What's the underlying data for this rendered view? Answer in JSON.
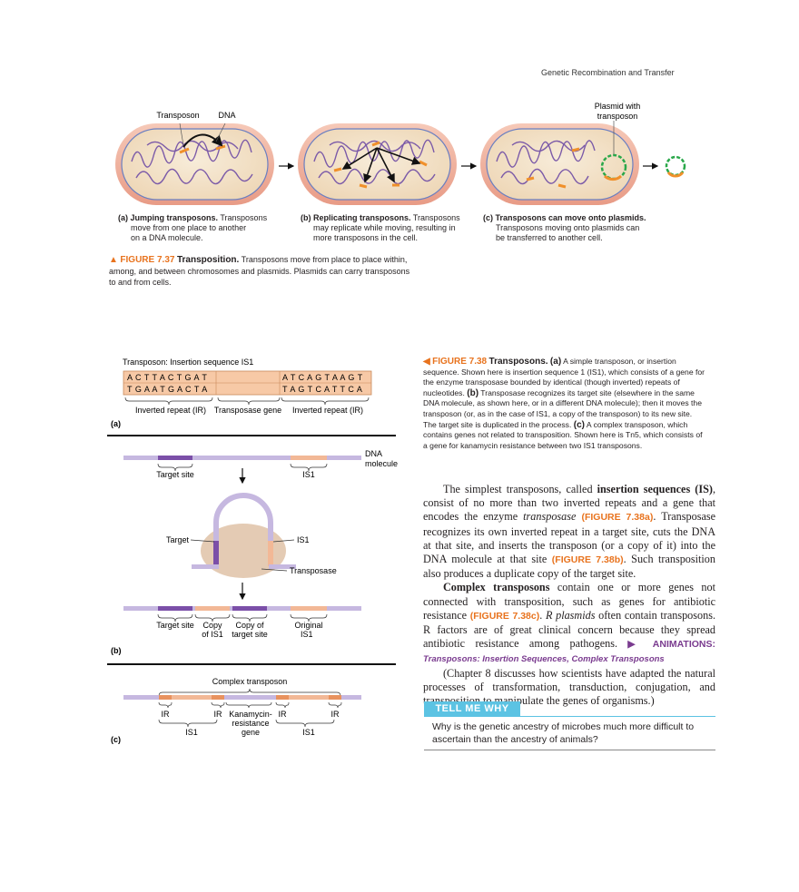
{
  "running_head": "Genetic Recombination and Transfer",
  "fig37": {
    "labels": {
      "transposon": "Transposon",
      "dna": "DNA",
      "plasmid_line1": "Plasmid with",
      "plasmid_line2": "transposon"
    },
    "panels": [
      {
        "letter": "(a)",
        "title": "Jumping transposons.",
        "lines": [
          "Transposons",
          "move from one place to another",
          "on a DNA molecule."
        ]
      },
      {
        "letter": "(b)",
        "title": "Replicating transposons.",
        "lines": [
          "Transposons",
          "may replicate while moving, resulting in",
          "more transposons in the cell."
        ]
      },
      {
        "letter": "(c)",
        "title": "Transposons can move onto plasmids.",
        "lines": [
          "",
          "Transposons moving onto plasmids can",
          "be transferred to another cell."
        ]
      }
    ],
    "caption": {
      "marker": "▲",
      "figure": "FIGURE 7.37",
      "title": "Transposition.",
      "text": "Transposons move from place to place within, among, and between chromosomes and plasmids. Plasmids can carry transposons to and from cells."
    }
  },
  "fig38": {
    "a": {
      "heading": "Transposon: Insertion sequence IS1",
      "seq_top_left": "A C T T A C T G A T",
      "seq_bot_left": "T G A A T G A C T A",
      "seq_top_right": "A T C A G T A A G T",
      "seq_bot_right": "T A G T C A T T C A",
      "ir_left": "Inverted repeat (IR)",
      "gene": "Transposase gene",
      "ir_right": "Inverted repeat (IR)",
      "panel": "(a)"
    },
    "b": {
      "dna_line1": "DNA",
      "dna_line2": "molecule",
      "target_site": "Target site",
      "is1": "IS1",
      "target": "Target",
      "is1_loop": "IS1",
      "transposase": "Transposase",
      "res_target": "Target site",
      "res_copy1": "Copy",
      "res_copy2": "of IS1",
      "res_copyt1": "Copy of",
      "res_copyt2": "target site",
      "res_orig1": "Original",
      "res_orig2": "IS1",
      "panel": "(b)"
    },
    "c": {
      "heading": "Complex transposon",
      "ir1": "IR",
      "ir2": "IR",
      "ir3": "IR",
      "ir4": "IR",
      "kan1": "Kanamycin-",
      "kan2": "resistance",
      "kan3": "gene",
      "is1_left": "IS1",
      "is1_right": "IS1",
      "panel": "(c)"
    },
    "caption": {
      "marker": "◀",
      "figure": "FIGURE 7.38",
      "title": "Transposons.",
      "a_letter": "(a)",
      "a_text": "A simple transposon, or insertion sequence. Shown here is insertion sequence 1 (IS1), which consists of a gene for the enzyme transposase bounded by identical (though inverted) repeats of nucleotides.",
      "b_letter": "(b)",
      "b_text": "Transposase recognizes its target site (elsewhere in the same DNA molecule, as shown here, or in a different DNA molecule); then it moves the transposon (or, as in the case of IS1, a copy of the transposon) to its new site. The target site is duplicated in the process.",
      "c_letter": "(c)",
      "c_text": "A complex transposon, which contains genes not related to transposition. Shown here is Tn5, which consists of a gene for kanamycin resistance between two IS1 transposons."
    }
  },
  "body": {
    "p1_a": "The simplest transposons, called ",
    "p1_term": "insertion sequences (IS)",
    "p1_b": ", consist of no more than two inverted repeats and a gene that encodes the enzyme ",
    "p1_italic": "transposase",
    "p1_c": " ",
    "p1_ref1": "(FIGURE 7.38a)",
    "p1_d": ". Transposase recognizes its own inverted repeat in a target site, cuts the DNA at that site, and inserts the transposon (or a copy of it) into the DNA molecule at that site ",
    "p1_ref2": "(FIGURE 7.38b)",
    "p1_e": ". Such transposition also produces a duplicate copy of the target site.",
    "p2_term": "Complex transposons",
    "p2_a": " contain one or more genes not connected with transposition, such as genes for antibiotic resistance ",
    "p2_ref": "(FIGURE 7.38c)",
    "p2_b": ". ",
    "p2_italic": "R plasmids",
    "p2_c": " often contain transposons. R factors are of great clinical concern because they spread antibiotic resistance among pathogens. ",
    "p2_anim": "▶ ANIMATIONS:",
    "p2_animt": "Transposons: Insertion Sequences, Complex Transposons",
    "p3": "(Chapter 8 discusses how scientists have adapted the natural processes of transformation, transduction, conjugation, and transposition to manipulate the genes of organisms.)"
  },
  "tell_me_why": {
    "label": "TELL ME WHY",
    "question": "Why is the genetic ancestry of microbes much more difficult to ascertain than the ancestry of animals?"
  }
}
